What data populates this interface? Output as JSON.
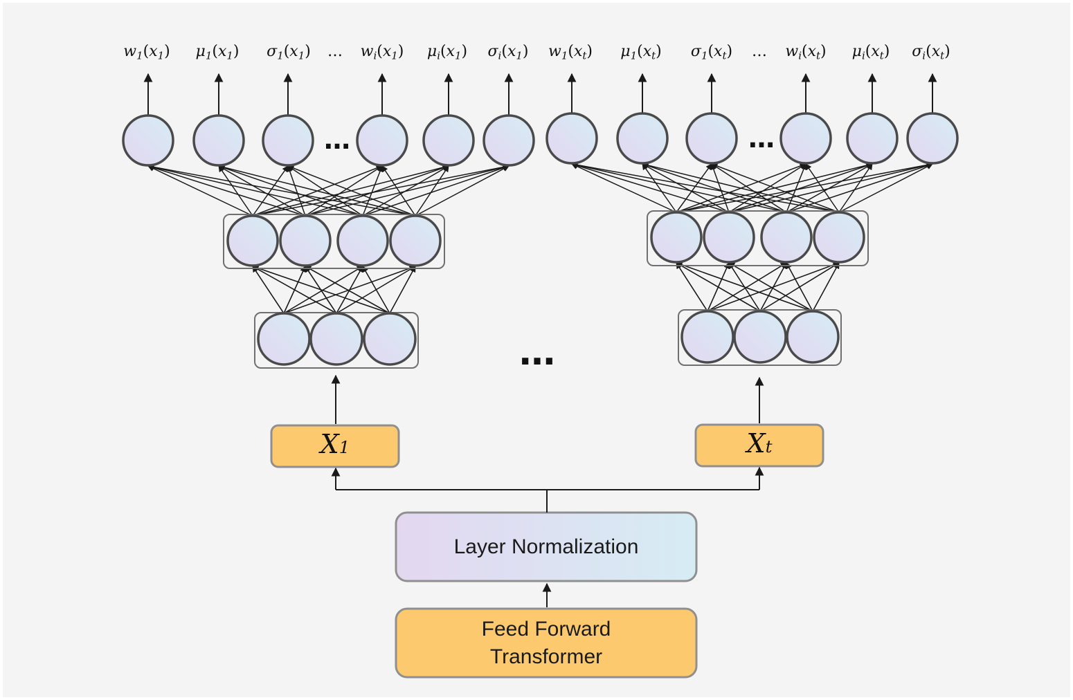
{
  "blocks": {
    "feed_forward": "Feed Forward Transformer",
    "layer_norm": "Layer Normalization"
  },
  "inputs": [
    {
      "var": "X",
      "sub": "1"
    },
    {
      "var": "X",
      "sub": "t"
    }
  ],
  "ellipsis": "…",
  "head_ellipsis": "…",
  "outputs_left": [
    {
      "fn": "w",
      "fn_sub": "1",
      "arg": "x",
      "arg_sub": "1"
    },
    {
      "fn": "μ",
      "fn_sub": "1",
      "arg": "x",
      "arg_sub": "1"
    },
    {
      "fn": "σ",
      "fn_sub": "1",
      "arg": "x",
      "arg_sub": "1"
    },
    {
      "text": "…"
    },
    {
      "fn": "w",
      "fn_sub": "i",
      "arg": "x",
      "arg_sub": "1"
    },
    {
      "fn": "μ",
      "fn_sub": "i",
      "arg": "x",
      "arg_sub": "1"
    },
    {
      "fn": "σ",
      "fn_sub": "i",
      "arg": "x",
      "arg_sub": "1"
    }
  ],
  "outputs_right": [
    {
      "fn": "w",
      "fn_sub": "1",
      "arg": "x",
      "arg_sub": "t"
    },
    {
      "fn": "μ",
      "fn_sub": "1",
      "arg": "x",
      "arg_sub": "t"
    },
    {
      "fn": "σ",
      "fn_sub": "1",
      "arg": "x",
      "arg_sub": "t"
    },
    {
      "text": "…"
    },
    {
      "fn": "w",
      "fn_sub": "i",
      "arg": "x",
      "arg_sub": "t"
    },
    {
      "fn": "μ",
      "fn_sub": "i",
      "arg": "x",
      "arg_sub": "t"
    },
    {
      "fn": "σ",
      "fn_sub": "i",
      "arg": "x",
      "arg_sub": "t"
    }
  ],
  "colors": {
    "orange_fill": "#fdc96f",
    "box_stroke": "#888888",
    "node_stroke": "#4a4a4a",
    "grad_start": "#e3d7f0",
    "grad_end": "#d6ecf4",
    "arrow": "#1a1a1a"
  }
}
